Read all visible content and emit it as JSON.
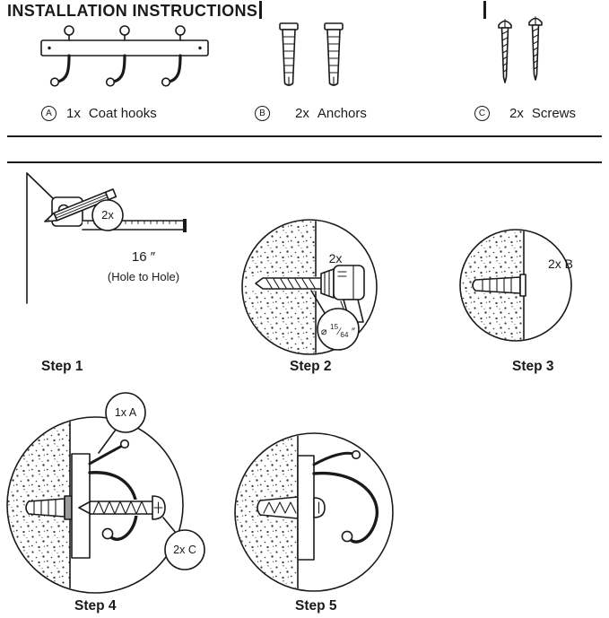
{
  "title": "INSTALLATION INSTRUCTIONS",
  "parts": {
    "a": {
      "letter": "A",
      "qty": "1x",
      "name": "Coat hooks"
    },
    "b": {
      "letter": "B",
      "qty": "2x",
      "name": "Anchors"
    },
    "c": {
      "letter": "C",
      "qty": "2x",
      "name": "Screws"
    }
  },
  "steps": {
    "s1": {
      "label": "Step 1",
      "qty": "2x",
      "dimension": "16 ″",
      "note": "(Hole to Hole)"
    },
    "s2": {
      "label": "Step 2",
      "qty": "2x",
      "bit": {
        "symbol": "⌀",
        "numerator": "15",
        "slash": "⁄",
        "denominator": "64",
        "unit": "″"
      }
    },
    "s3": {
      "label": "Step 3",
      "qty": "2x B"
    },
    "s4": {
      "label": "Step 4",
      "callout_hook": "1x A",
      "callout_screw": "2x C"
    },
    "s5": {
      "label": "Step 5"
    }
  },
  "colors": {
    "line": "#1a1a1a",
    "background": "#ffffff",
    "wall_speckle": "#3a3a3a",
    "anchor_collar_shade": "#9a9a9a"
  }
}
